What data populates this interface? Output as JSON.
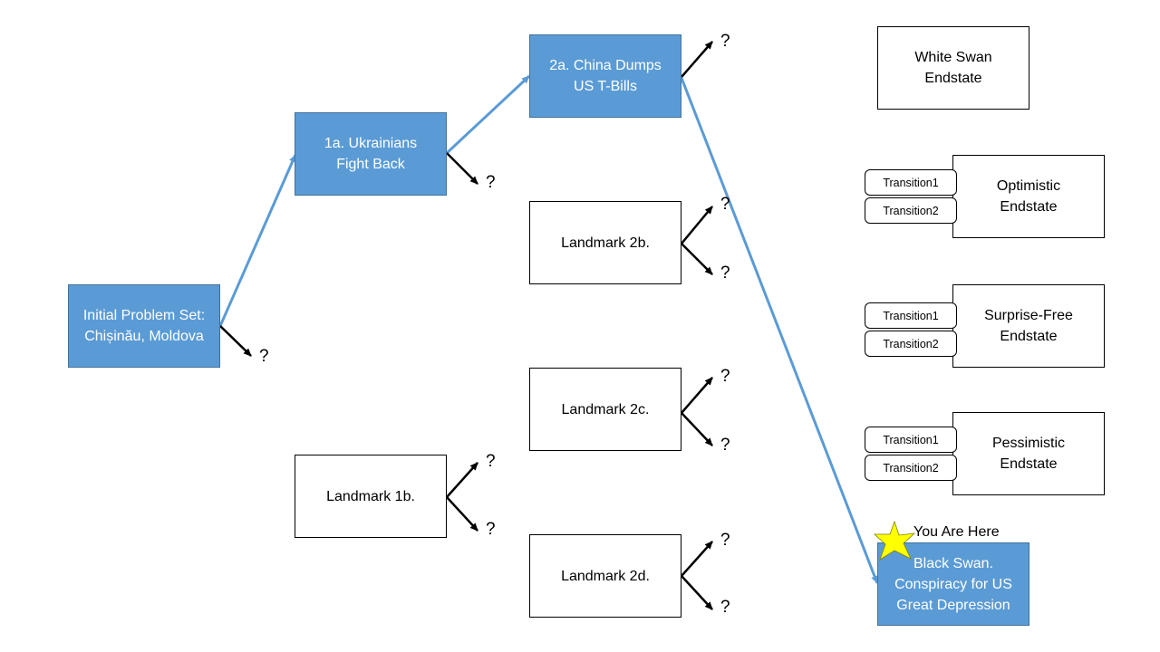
{
  "nodes": {
    "initial": "Initial Problem Set:\nChișinău, Moldova",
    "n1a": "1a. Ukrainians\nFight Back",
    "n1b": "Landmark 1b.",
    "n2a": "2a. China Dumps\nUS T-Bills",
    "n2b": "Landmark 2b.",
    "n2c": "Landmark 2c.",
    "n2d": "Landmark 2d.",
    "white_swan": "White Swan\nEndstate",
    "optimistic": "Optimistic\nEndstate",
    "surprise_free": "Surprise-Free\nEndstate",
    "pessimistic": "Pessimistic\nEndstate",
    "black_swan": "Black Swan.\nConspiracy for US\nGreat Depression"
  },
  "transitions": {
    "optimistic": [
      "Transition1",
      "Transition2"
    ],
    "surprise_free": [
      "Transition1",
      "Transition2"
    ],
    "pessimistic": [
      "Transition1",
      "Transition2"
    ]
  },
  "unknown_marker": "?",
  "you_are_here": "You Are Here",
  "colors": {
    "highlight_fill": "#5b9bd5",
    "highlight_border": "#41719c",
    "path_line": "#5b9bd5",
    "star": "#ffff00"
  }
}
